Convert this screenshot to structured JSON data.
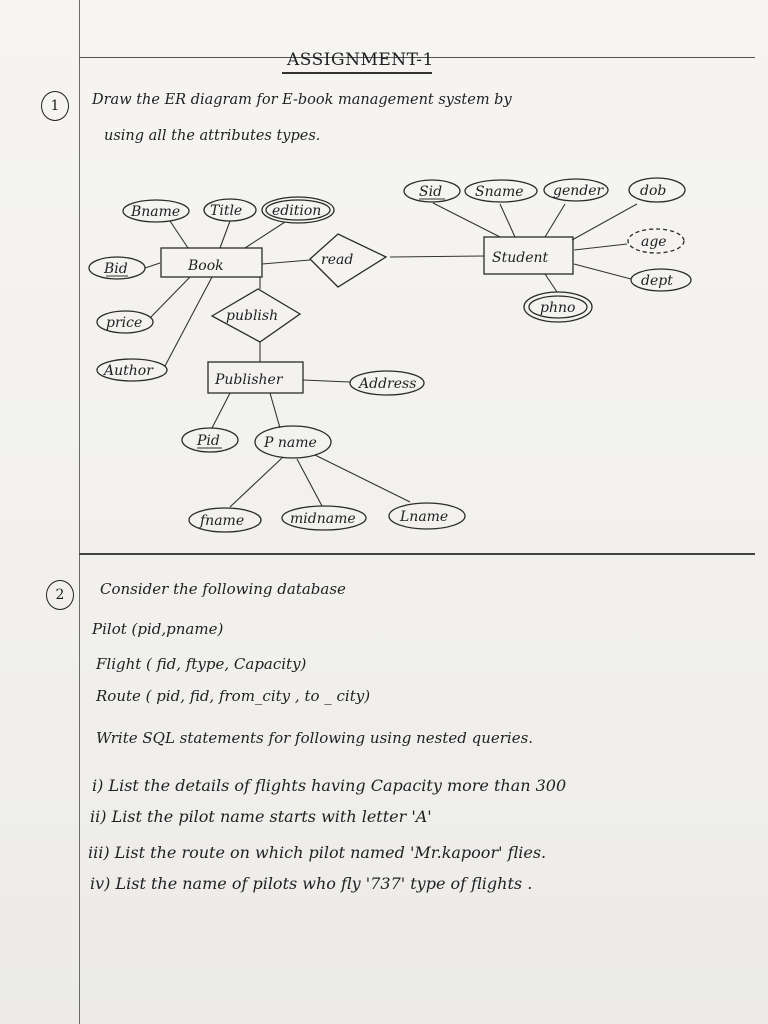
{
  "assignment": {
    "title": "ASSIGNMENT-1"
  },
  "question1": {
    "number": "1",
    "line1": "Draw the ER diagram for E-book management system by",
    "line2": "using all the attributes types.",
    "diagram": {
      "entities": {
        "book": "Book",
        "student": "Student",
        "publisher": "Publisher"
      },
      "relationships": {
        "read": "read",
        "publish": "publish"
      },
      "attributes": {
        "bname": "Bname",
        "title": "Title",
        "edition": "edition",
        "bid": "Bid",
        "price": "price",
        "author": "Author",
        "sid": "Sid",
        "sname": "Sname",
        "gender": "gender",
        "dob": "dob",
        "age": "age",
        "dept": "dept",
        "phno": "phno",
        "address": "Address",
        "pid": "Pid",
        "pname": "P name",
        "fname": "fname",
        "midname": "midname",
        "lname": "Lname"
      }
    }
  },
  "question2": {
    "number": "2",
    "intro": "Consider the following database",
    "schema": [
      "Pilot (pid,pname)",
      "Flight ( fid, ftype, Capacity)",
      "Route ( pid, fid, from_city , to _ city)"
    ],
    "instruction": "Write SQL statements for following using nested queries.",
    "items": [
      "i) List the details of flights having Capacity more than 300",
      "ii) List the pilot name starts with letter 'A'",
      "iii) List the route on which pilot named 'Mr.kapoor' flies.",
      "iv) List the name of pilots who fly '737' type of flights ."
    ]
  }
}
